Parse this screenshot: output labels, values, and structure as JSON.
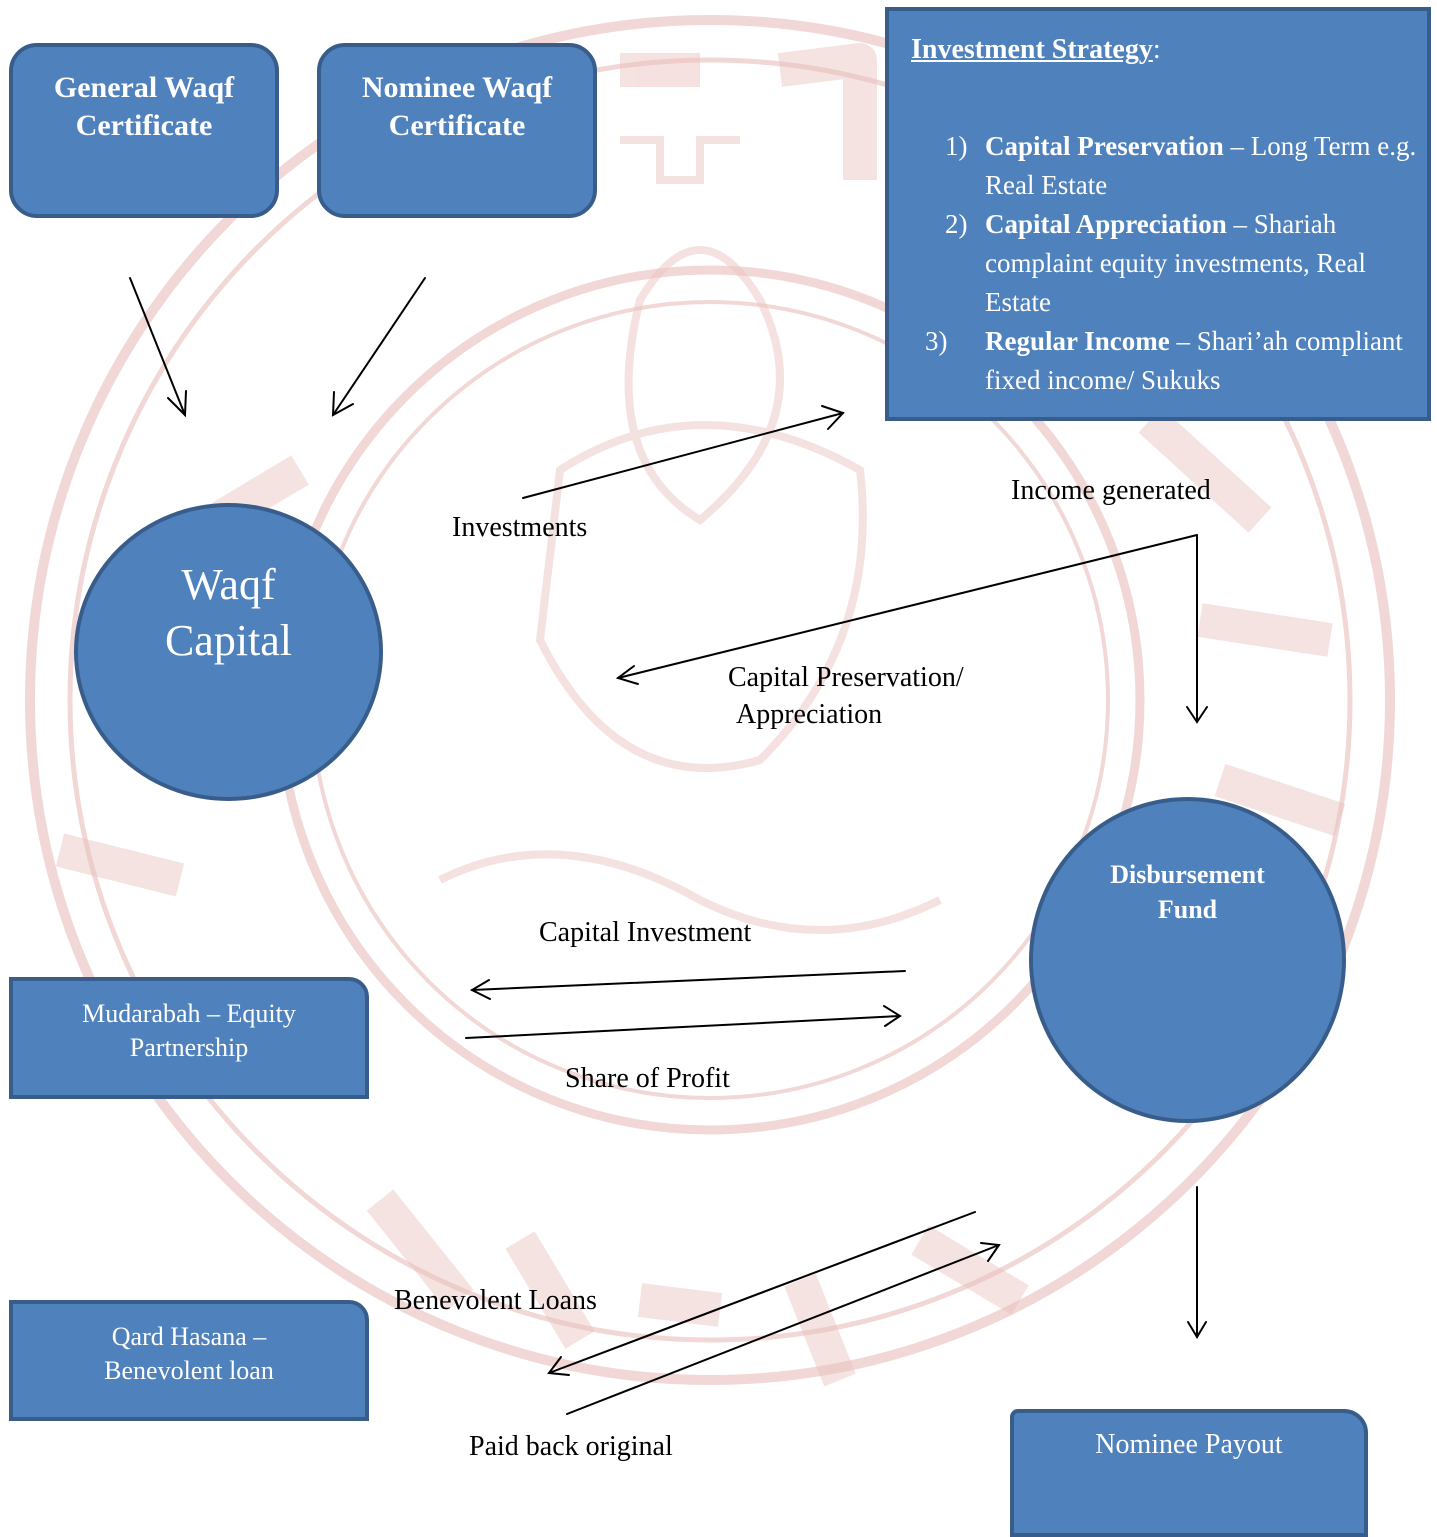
{
  "colors": {
    "box_fill": "#4f81bd",
    "box_border": "#385d8a",
    "watermark": "#c0392b",
    "text_on_box": "#ffffff"
  },
  "watermark_icon": "university-seal",
  "boxes": {
    "general_waqf": {
      "line1": "General Waqf",
      "line2": "Certificate"
    },
    "nominee_waqf": {
      "line1": "Nominee Waqf",
      "line2": "Certificate"
    },
    "strategy": {
      "title": "Investment Strategy",
      "title_suffix": ":",
      "items": [
        {
          "num": "1)",
          "bold": "Capital Preservation",
          "text": " – Long Term e.g. Real Estate"
        },
        {
          "num": "2)",
          "bold": "Capital Appreciation",
          "text": " – Shariah complaint equity investments, Real Estate"
        },
        {
          "num": "3)",
          "bold": "Regular Income",
          "text": " – Shari’ah compliant fixed income/ Sukuks"
        }
      ]
    },
    "mudarabah": {
      "line1": "Mudarabah – Equity",
      "line2": "Partnership"
    },
    "qard_hasana": {
      "line1": "Qard Hasana –",
      "line2": "Benevolent loan"
    },
    "nominee_payout": {
      "label": "Nominee Payout"
    }
  },
  "circles": {
    "waqf_capital": {
      "line1": "Waqf",
      "line2": "Capital"
    },
    "disbursement_fund": {
      "line1": "Disbursement",
      "line2": "Fund"
    }
  },
  "labels": {
    "investments": "Investments",
    "income_generated": "Income generated",
    "capital_pres_line1": "Capital Preservation/",
    "capital_pres_line2": "Appreciation",
    "capital_investment": "Capital Investment",
    "share_of_profit": "Share of Profit",
    "benevolent_loans": "Benevolent Loans",
    "paid_back": "Paid back original"
  }
}
